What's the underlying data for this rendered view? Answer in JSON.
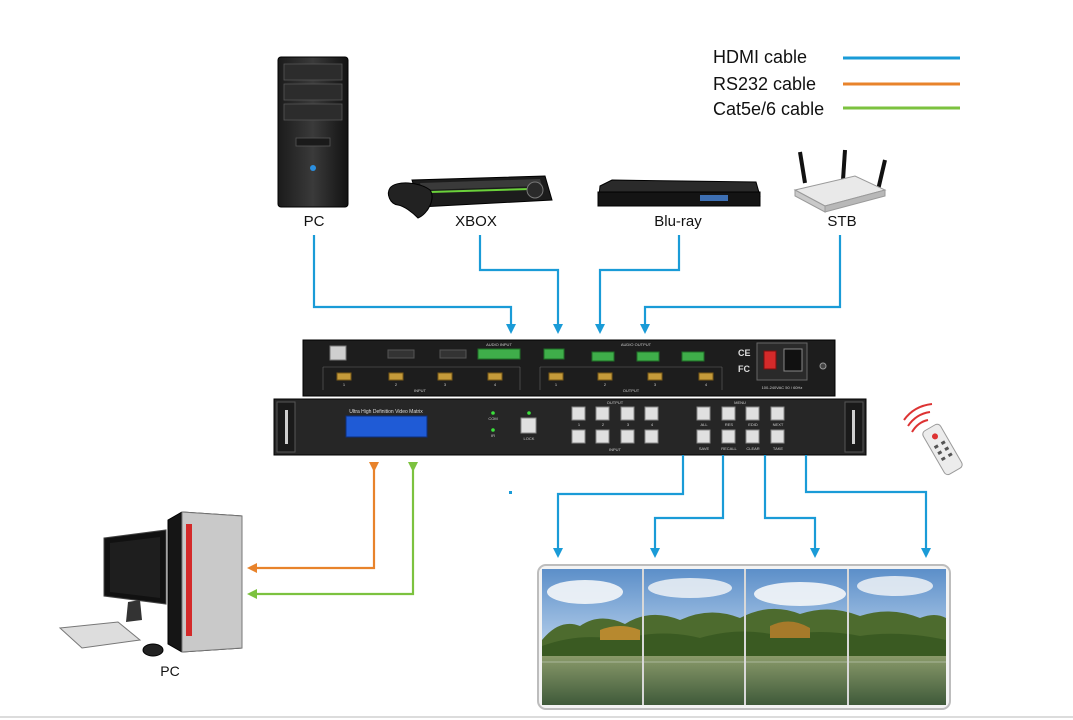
{
  "legend": [
    {
      "label": "HDMI cable",
      "color": "#1a9bd7"
    },
    {
      "label": "RS232 cable",
      "color": "#e8832b"
    },
    {
      "label": "Cat5e/6 cable",
      "color": "#7cc23f"
    }
  ],
  "sources": {
    "pc": "PC",
    "xbox": "XBOX",
    "bluray": "Blu-ray",
    "stb": "STB"
  },
  "control_pc": "PC",
  "matrix": {
    "display_text": "Ultra High Definition Video Matrix",
    "front_labels": {
      "output": "OUTPUT",
      "input": "INPUT",
      "menu": "MENU",
      "lock": "LOCK",
      "com": "COM",
      "ir": "IR"
    },
    "output_keys": [
      "1",
      "2",
      "3",
      "4"
    ],
    "menu_keys_top": [
      "ALL",
      "RES",
      "EDID",
      "NEXT"
    ],
    "menu_keys_bottom": [
      "SAVE",
      "RECALL",
      "CLEAR",
      "TAKE"
    ],
    "rear_labels": {
      "input": "INPUT",
      "output": "OUTPUT",
      "audio_input": "AUDIO INPUT",
      "audio_output": "AUDIO OUTPUT",
      "power_rating": "100-240VAC  50 / 60Hz"
    },
    "rear_ports": [
      "1",
      "2",
      "3",
      "4"
    ]
  }
}
